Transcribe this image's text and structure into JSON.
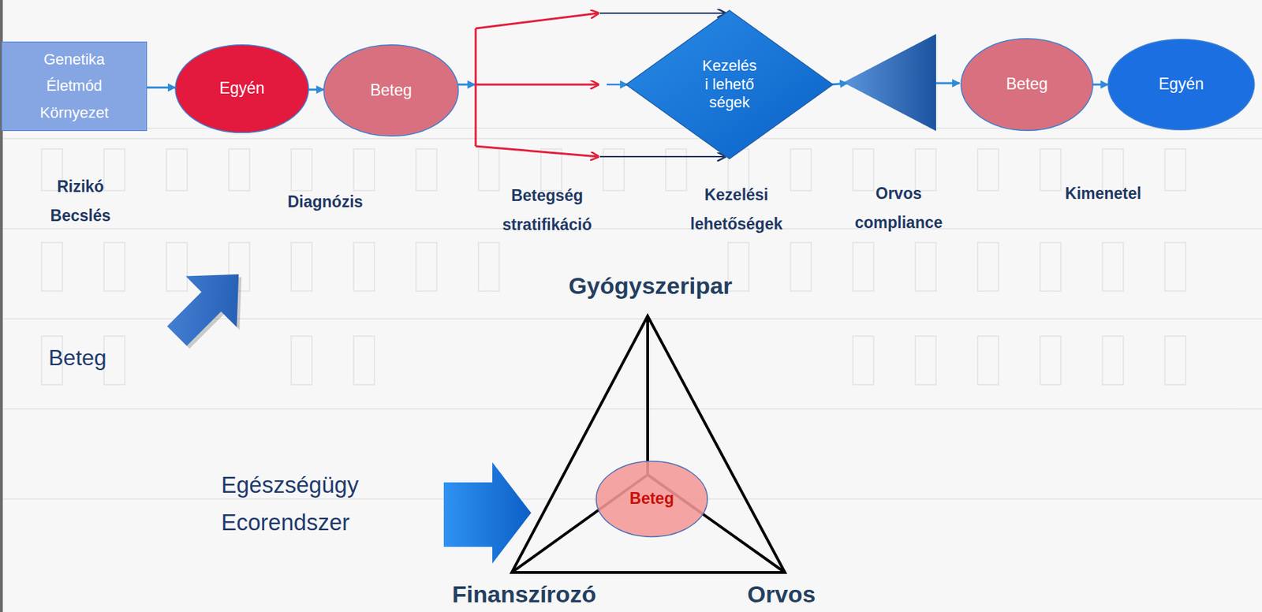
{
  "diagram": {
    "nodes": [
      {
        "text": [
          "Genetika Életmód Környezet"
        ]
      },
      {
        "text": [
          "Egyén"
        ]
      },
      {
        "text": [
          "Beteg"
        ]
      },
      {
        "text": [
          "Kezelés i lehető ségek"
        ]
      },
      {
        "text": [
          "Beteg"
        ]
      },
      {
        "text": [
          "Egyén"
        ]
      },
      {
        "text": [
          "Beteg"
        ]
      }
    ],
    "edges": [
      {
        "from": 0,
        "to": 1,
        "arrow": "to"
      },
      {
        "from": 1,
        "to": 2,
        "arrow": "to"
      },
      {
        "from": 2,
        "to": 3,
        "arrow": "to"
      },
      {
        "from": 4,
        "to": 5,
        "arrow": "to"
      }
    ],
    "labels": [
      "Rizikó Becslés",
      "Diagnózis",
      "Betegség stratifikáció",
      "Kezelési lehetőségek",
      "Orvos compliance",
      "Kimenetel",
      "Gyógyszeripar",
      "Beteg",
      "Egészségügy Ecorendszer",
      "Finanszírozó",
      "Orvos"
    ]
  }
}
